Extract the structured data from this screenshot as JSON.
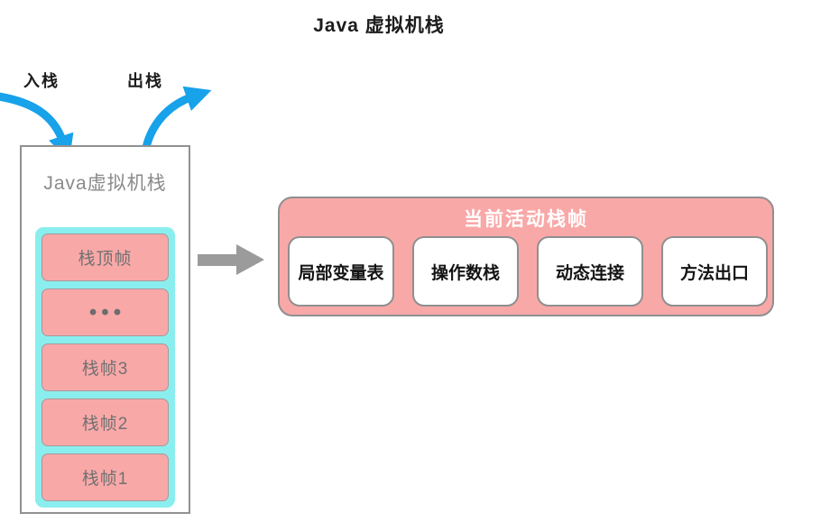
{
  "title": "Java 虚拟机栈",
  "arrows": {
    "push_label": "入栈",
    "pop_label": "出栈"
  },
  "stack": {
    "label": "Java虚拟机栈",
    "frames": [
      "栈顶帧",
      "•••",
      "栈帧3",
      "栈帧2",
      "栈帧1"
    ]
  },
  "active_frame": {
    "title": "当前活动栈帧",
    "parts": [
      "局部变量表",
      "操作数栈",
      "动态连接",
      "方法出口"
    ]
  },
  "colors": {
    "arrow_blue": "#17a2ea",
    "pink_fill": "#f9a8a8",
    "cyan_border": "#8beeee",
    "box_border_gray": "#8f8f8f",
    "gray_arrow": "#9b9b9b"
  },
  "icons": {
    "push_arrow": "curved-arrow-into-stack",
    "pop_arrow": "curved-arrow-out-of-stack",
    "points_to_active": "thick-right-arrow"
  }
}
